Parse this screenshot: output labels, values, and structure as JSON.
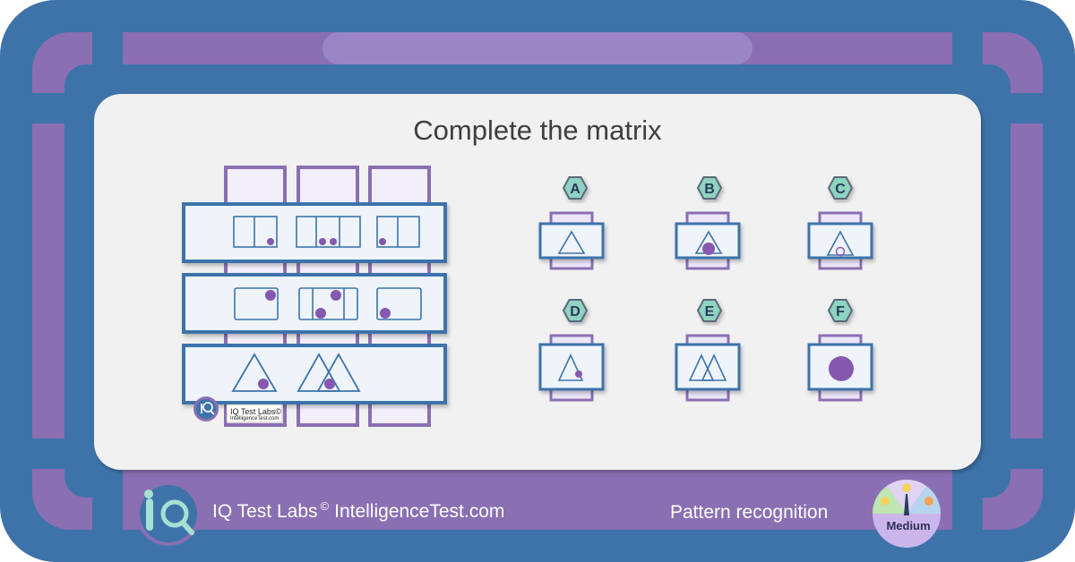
{
  "title": "Complete the matrix",
  "brand": {
    "name": "IQ Test Labs",
    "copyright_symbol": "©",
    "website": "IntelligenceTest.com",
    "logo_icon": "iq-magnifier-icon",
    "watermark_name": "IQ Test Labs©",
    "watermark_site": "IntelligenceTest.com"
  },
  "category": "Pattern recognition",
  "difficulty": "Medium",
  "options": [
    {
      "label": "A"
    },
    {
      "label": "B"
    },
    {
      "label": "C"
    },
    {
      "label": "D"
    },
    {
      "label": "E"
    },
    {
      "label": "F"
    }
  ],
  "colors": {
    "frame_blue": "#3e73aa",
    "accent_purple": "#8a6fb3",
    "panel_fill": "#eef4fa",
    "dot_purple": "#8658b0",
    "hex_teal": "#8fd3c2"
  }
}
